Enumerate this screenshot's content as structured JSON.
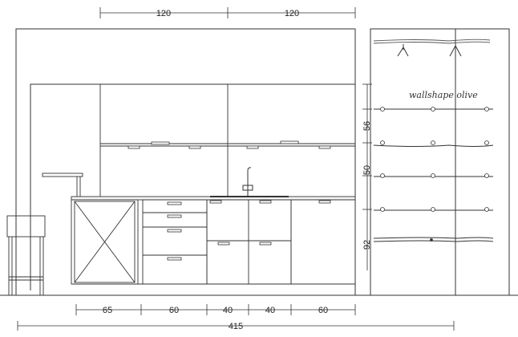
{
  "top_dimensions": [
    "120",
    "120"
  ],
  "bottom_dimensions": [
    "65",
    "60",
    "40",
    "40",
    "60"
  ],
  "total_width": "415",
  "shelf_dimensions": [
    "56",
    "50",
    "92"
  ],
  "handwritten_note": "wallshape olive",
  "colors": {
    "line": "#333333",
    "light_line": "#777777",
    "ink": "#222222"
  }
}
